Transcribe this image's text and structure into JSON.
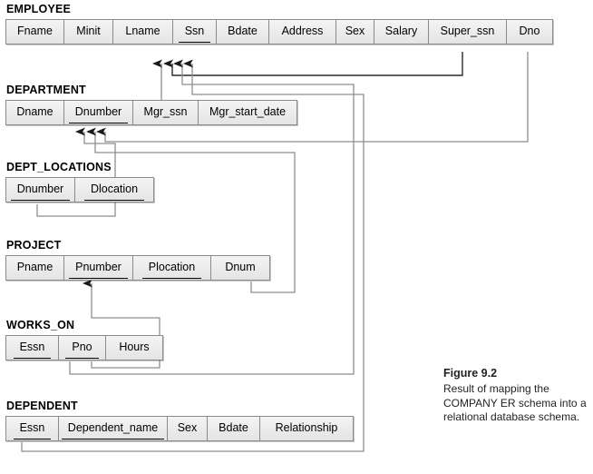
{
  "figure": {
    "title": "Figure 9.2",
    "caption": "Result of mapping the COMPANY ER schema into a relational database schema."
  },
  "relations": [
    {
      "name": "EMPLOYEE",
      "attributes": [
        {
          "label": "Fname",
          "pk": false,
          "width": 64
        },
        {
          "label": "Minit",
          "pk": false,
          "width": 54
        },
        {
          "label": "Lname",
          "pk": false,
          "width": 66
        },
        {
          "label": "Ssn",
          "pk": true,
          "width": 48
        },
        {
          "label": "Bdate",
          "pk": false,
          "width": 58
        },
        {
          "label": "Address",
          "pk": false,
          "width": 74
        },
        {
          "label": "Sex",
          "pk": false,
          "width": 42
        },
        {
          "label": "Salary",
          "pk": false,
          "width": 60
        },
        {
          "label": "Super_ssn",
          "pk": false,
          "width": 86
        },
        {
          "label": "Dno",
          "pk": false,
          "width": 50
        }
      ]
    },
    {
      "name": "DEPARTMENT",
      "attributes": [
        {
          "label": "Dname",
          "pk": false,
          "width": 64
        },
        {
          "label": "Dnumber",
          "pk": true,
          "width": 76
        },
        {
          "label": "Mgr_ssn",
          "pk": false,
          "width": 72
        },
        {
          "label": "Mgr_start_date",
          "pk": false,
          "width": 108
        }
      ]
    },
    {
      "name": "DEPT_LOCATIONS",
      "attributes": [
        {
          "label": "Dnumber",
          "pk": true,
          "width": 76
        },
        {
          "label": "Dlocation",
          "pk": true,
          "width": 86
        }
      ]
    },
    {
      "name": "PROJECT",
      "attributes": [
        {
          "label": "Pname",
          "pk": false,
          "width": 64
        },
        {
          "label": "Pnumber",
          "pk": true,
          "width": 76
        },
        {
          "label": "Plocation",
          "pk": true,
          "width": 86
        },
        {
          "label": "Dnum",
          "pk": false,
          "width": 64
        }
      ]
    },
    {
      "name": "WORKS_ON",
      "attributes": [
        {
          "label": "Essn",
          "pk": true,
          "width": 58
        },
        {
          "label": "Pno",
          "pk": true,
          "width": 52
        },
        {
          "label": "Hours",
          "pk": false,
          "width": 62
        }
      ]
    },
    {
      "name": "DEPENDENT",
      "attributes": [
        {
          "label": "Essn",
          "pk": true,
          "width": 58
        },
        {
          "label": "Dependent_name",
          "pk": true,
          "width": 120
        },
        {
          "label": "Sex",
          "pk": false,
          "width": 44
        },
        {
          "label": "Bdate",
          "pk": false,
          "width": 58
        },
        {
          "label": "Relationship",
          "pk": false,
          "width": 102
        }
      ]
    }
  ],
  "foreign_keys": [
    {
      "from": "DEPARTMENT.Mgr_ssn",
      "to": "EMPLOYEE.Ssn"
    },
    {
      "from": "EMPLOYEE.Super_ssn",
      "to": "EMPLOYEE.Ssn"
    },
    {
      "from": "WORKS_ON.Essn",
      "to": "EMPLOYEE.Ssn"
    },
    {
      "from": "DEPENDENT.Essn",
      "to": "EMPLOYEE.Ssn"
    },
    {
      "from": "DEPT_LOCATIONS.Dnumber",
      "to": "DEPARTMENT.Dnumber"
    },
    {
      "from": "EMPLOYEE.Dno",
      "to": "DEPARTMENT.Dnumber"
    },
    {
      "from": "PROJECT.Dnum",
      "to": "DEPARTMENT.Dnumber"
    },
    {
      "from": "WORKS_ON.Pno",
      "to": "PROJECT.Pnumber"
    }
  ],
  "colors": {
    "box_border": "#8b8b8b",
    "box_fill": "#ececec",
    "connector": "#9a9a9a",
    "connector_dark": "#3a3a3a",
    "text": "#000000"
  }
}
